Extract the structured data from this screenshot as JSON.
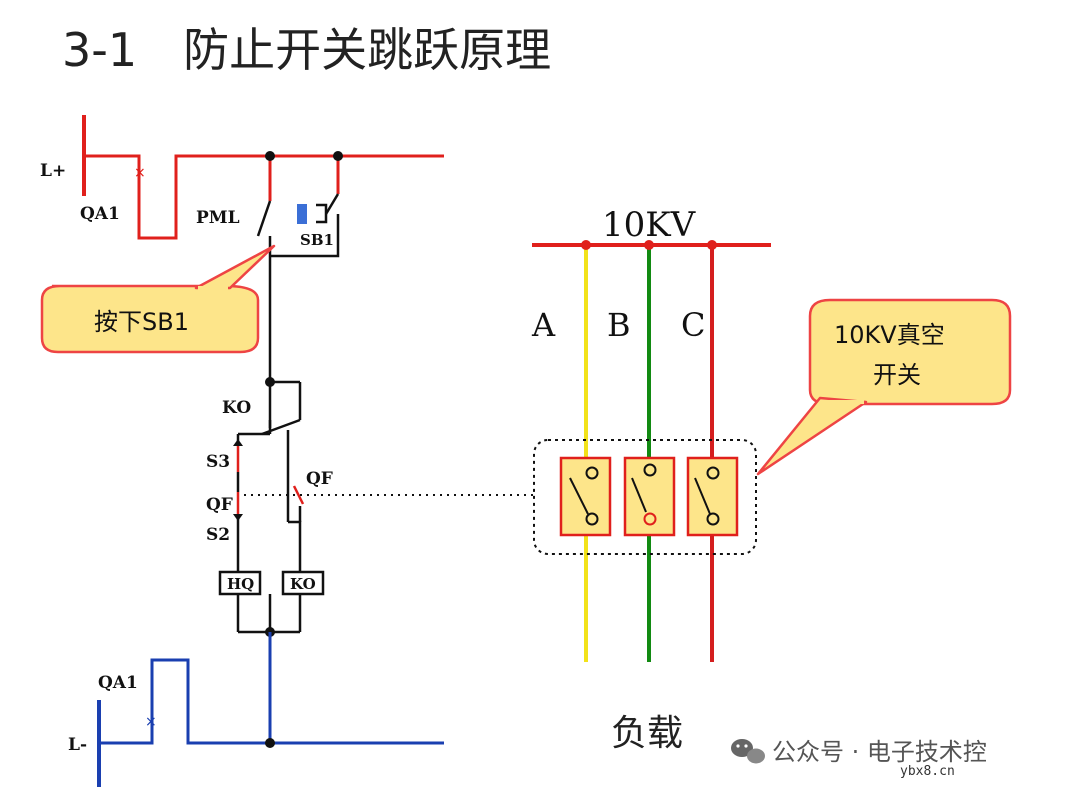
{
  "title": "3-1　防止开关跳跃原理",
  "colors": {
    "positive_bus": "#e0201c",
    "negative_bus": "#1a3fb0",
    "phase_a": "#f2e21a",
    "phase_b": "#128a12",
    "phase_c": "#d41e1e",
    "callout_fill": "#fde58a",
    "callout_border": "#ee4444",
    "switch_fill": "#fde58a",
    "pushbutton": "#3b6fd6"
  },
  "labels": {
    "l_plus": "L+",
    "l_minus": "L-",
    "qa1_top": "QA1",
    "qa1_bottom": "QA1",
    "pml": "PML",
    "sb1": "SB1",
    "ko": "KO",
    "s3": "S3",
    "qf_left": "QF",
    "qf_right": "QF",
    "s2": "S2",
    "hq_box": "HQ",
    "ko_box": "KO"
  },
  "callouts": {
    "press_sb1": "按下SB1",
    "vacuum_switch_line1": "10KV真空",
    "vacuum_switch_line2": "开关"
  },
  "bus": {
    "voltage_label": "10KV",
    "phases": [
      "A",
      "B",
      "C"
    ],
    "load_label": "负载"
  },
  "watermark": {
    "text": "公众号 · 电子技术控",
    "site": "ybx8.cn"
  },
  "icons": {
    "watermark_icon": "wechat-icon"
  }
}
